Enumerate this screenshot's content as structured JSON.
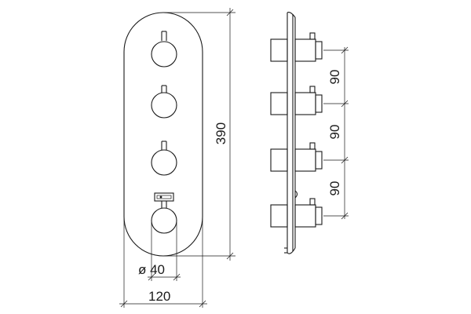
{
  "dimensions": {
    "height": "390",
    "width": "120",
    "diameter": "ø 40",
    "spacing_top": "90",
    "spacing_middle": "90",
    "spacing_bottom": "90"
  },
  "colors": {
    "line": "#1a1a1a",
    "background": "#ffffff"
  }
}
